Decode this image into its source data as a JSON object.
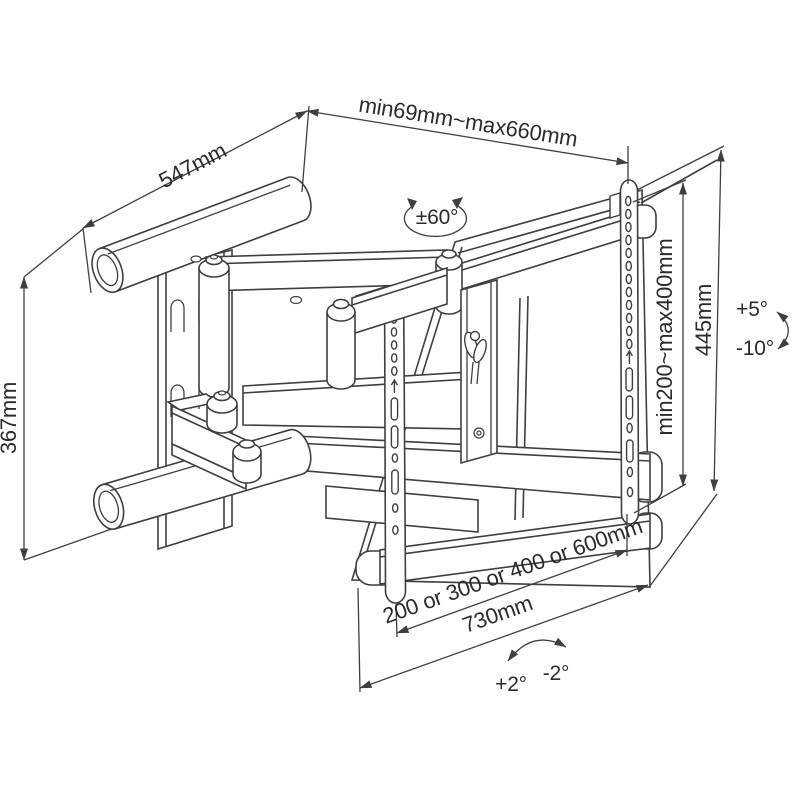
{
  "diagram": {
    "title": "tv-wall-mount-technical-drawing",
    "labels": {
      "top_width": "547mm",
      "extension": "min69mm~max660mm",
      "swivel": "±60°",
      "vesa_vertical": "min200~max400mm",
      "plate_height": "445mm",
      "tilt_up": "+5°",
      "tilt_down": "-10°",
      "vesa_width": "200 or 300 or 400 or 600mm",
      "total_width": "730mm",
      "roll_plus": "+2°",
      "roll_minus": "-2°",
      "wall_height": "367mm"
    },
    "colors": {
      "line": "#3f3f3f",
      "text": "#2b2b2b",
      "background": "#ffffff"
    }
  }
}
